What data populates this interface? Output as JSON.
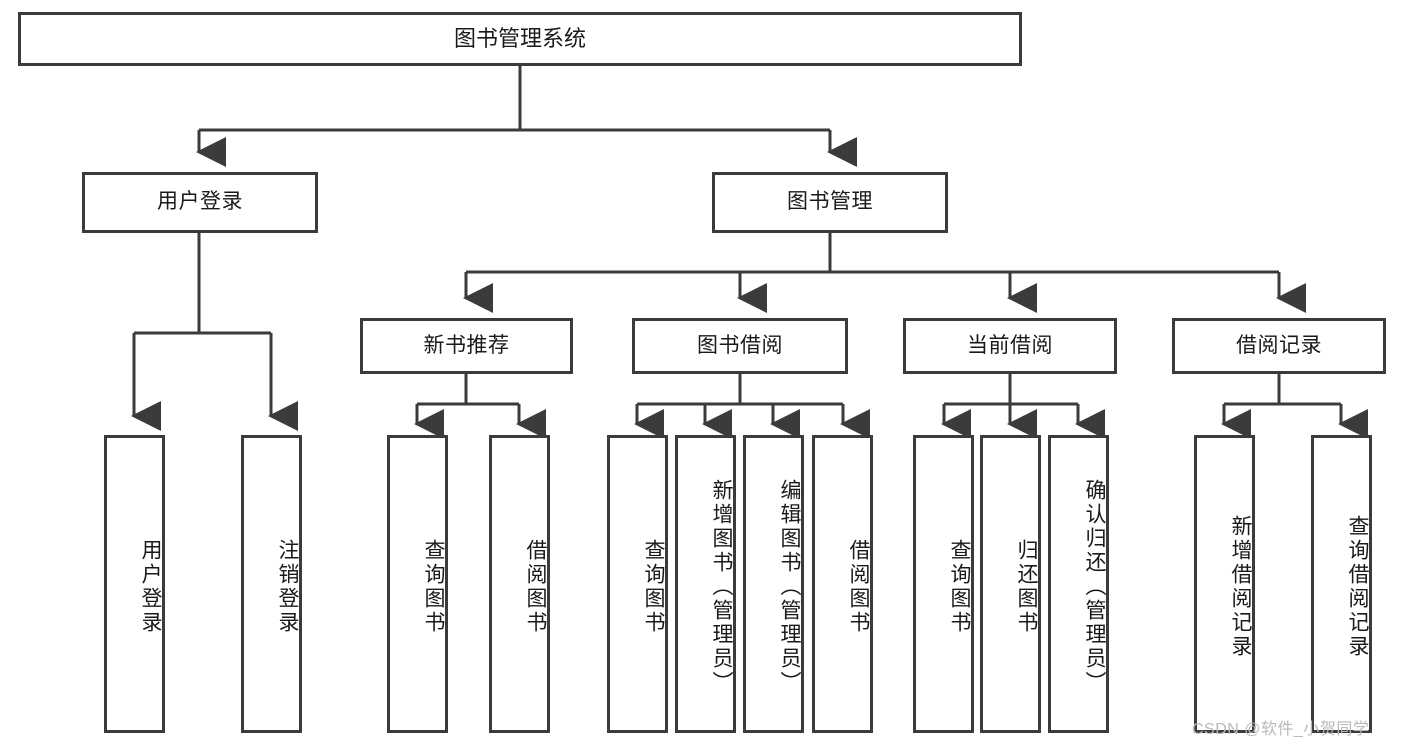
{
  "diagram": {
    "type": "tree-hierarchy-chart",
    "title_node": {
      "label": "图书管理系统"
    },
    "level1": [
      {
        "id": "user-login",
        "label": "用户登录"
      },
      {
        "id": "book-management",
        "label": "图书管理"
      }
    ],
    "level2": [
      {
        "id": "new-book-recommend",
        "label": "新书推荐",
        "parent": "book-management"
      },
      {
        "id": "book-borrow",
        "label": "图书借阅",
        "parent": "book-management"
      },
      {
        "id": "current-borrow",
        "label": "当前借阅",
        "parent": "book-management"
      },
      {
        "id": "borrow-record",
        "label": "借阅记录",
        "parent": "book-management"
      }
    ],
    "leaves": {
      "user_login": [
        {
          "id": "leaf-user-login",
          "label": "用户登录"
        },
        {
          "id": "leaf-logout-login",
          "label": "注销登录"
        }
      ],
      "new_book_recommend": [
        {
          "id": "leaf-query-book-1",
          "label": "查询图书"
        },
        {
          "id": "leaf-borrow-book-1",
          "label": "借阅图书"
        }
      ],
      "book_borrow": [
        {
          "id": "leaf-query-book-2",
          "label": "查询图书"
        },
        {
          "id": "leaf-add-book",
          "label": "新增图书（管理员）"
        },
        {
          "id": "leaf-edit-book",
          "label": "编辑图书（管理员）"
        },
        {
          "id": "leaf-borrow-book-2",
          "label": "借阅图书"
        }
      ],
      "current_borrow": [
        {
          "id": "leaf-query-book-3",
          "label": "查询图书"
        },
        {
          "id": "leaf-return-book",
          "label": "归还图书"
        },
        {
          "id": "leaf-confirm-return",
          "label": "确认归还（管理员）"
        }
      ],
      "borrow_record": [
        {
          "id": "leaf-add-record",
          "label": "新增借阅记录"
        },
        {
          "id": "leaf-query-record",
          "label": "查询借阅记录"
        }
      ]
    },
    "colors": {
      "stroke": "#3b3b3b",
      "fill": "#ffffff",
      "text": "#1a1a1a",
      "watermark": "#b9b9b9"
    }
  },
  "watermark": {
    "text": "CSDN @软件_小贺同学"
  }
}
